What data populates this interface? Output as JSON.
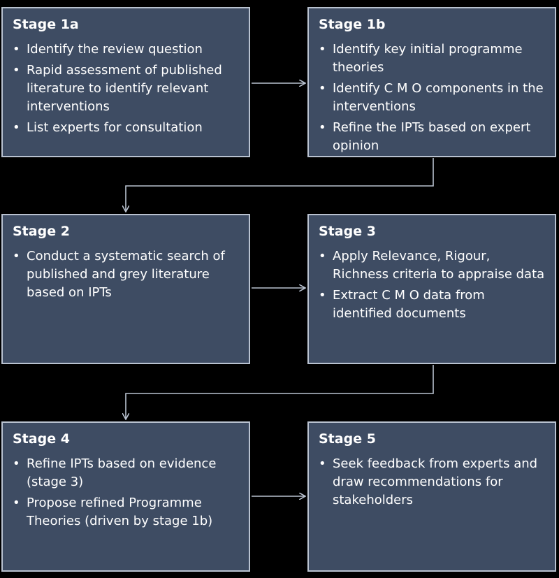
{
  "colors": {
    "background": "#000000",
    "box_fill": "#3e4c63",
    "box_border": "#b9c2d0",
    "text": "#ffffff",
    "connector": "#b9c2d0"
  },
  "bullet_char": "•",
  "stages": [
    {
      "title": "Stage 1a",
      "items": [
        "Identify the review question",
        "Rapid assessment of published literature to identify relevant interventions",
        "List experts for consultation"
      ]
    },
    {
      "title": "Stage 1b",
      "items": [
        "Identify key initial programme theories",
        "Identify C M O components in the interventions",
        "Refine the IPTs based on expert opinion"
      ]
    },
    {
      "title": "Stage 2",
      "items": [
        "Conduct a systematic search of published and grey literature based on IPTs"
      ]
    },
    {
      "title": "Stage 3",
      "items": [
        "Apply Relevance, Rigour, Richness criteria to appraise data",
        "Extract C M O data from identified documents"
      ]
    },
    {
      "title": "Stage 4",
      "items": [
        "Refine IPTs based on evidence (stage 3)",
        "Propose refined Programme Theories (driven by stage 1b)"
      ]
    },
    {
      "title": "Stage 5",
      "items": [
        "Seek feedback from experts and draw recommendations for stakeholders"
      ]
    }
  ]
}
